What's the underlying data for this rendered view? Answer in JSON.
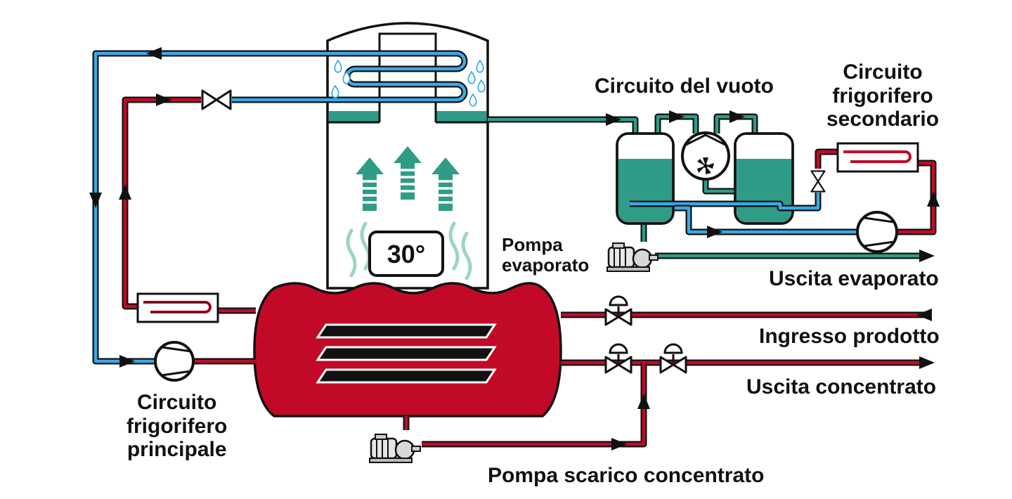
{
  "colors": {
    "red": "#c20a28",
    "blue": "#3aa9e6",
    "teal": "#2e9c86",
    "black": "#111111",
    "background": "#ffffff"
  },
  "display": {
    "temperature": "30°"
  },
  "labels": {
    "vacuum_circuit": "Circuito del vuoto",
    "secondary_refrigerant": [
      "Circuito",
      "frigorifero",
      "secondario"
    ],
    "evaporate_pump": [
      "Pompa",
      "evaporato"
    ],
    "evaporate_outlet": "Uscita evaporato",
    "product_inlet": "Ingresso prodotto",
    "concentrate_outlet": "Uscita concentrato",
    "main_refrigerant": [
      "Circuito",
      "frigorifero",
      "principale"
    ],
    "concentrate_discharge_pump": "Pompa scarico concentrato"
  },
  "icons": [
    "flow-arrow-icon",
    "valve-icon",
    "circulation-pump-icon",
    "motor-pump-icon",
    "fan-icon",
    "heat-exchanger-icon",
    "droplet-icon",
    "vapor-arrow-icon"
  ]
}
